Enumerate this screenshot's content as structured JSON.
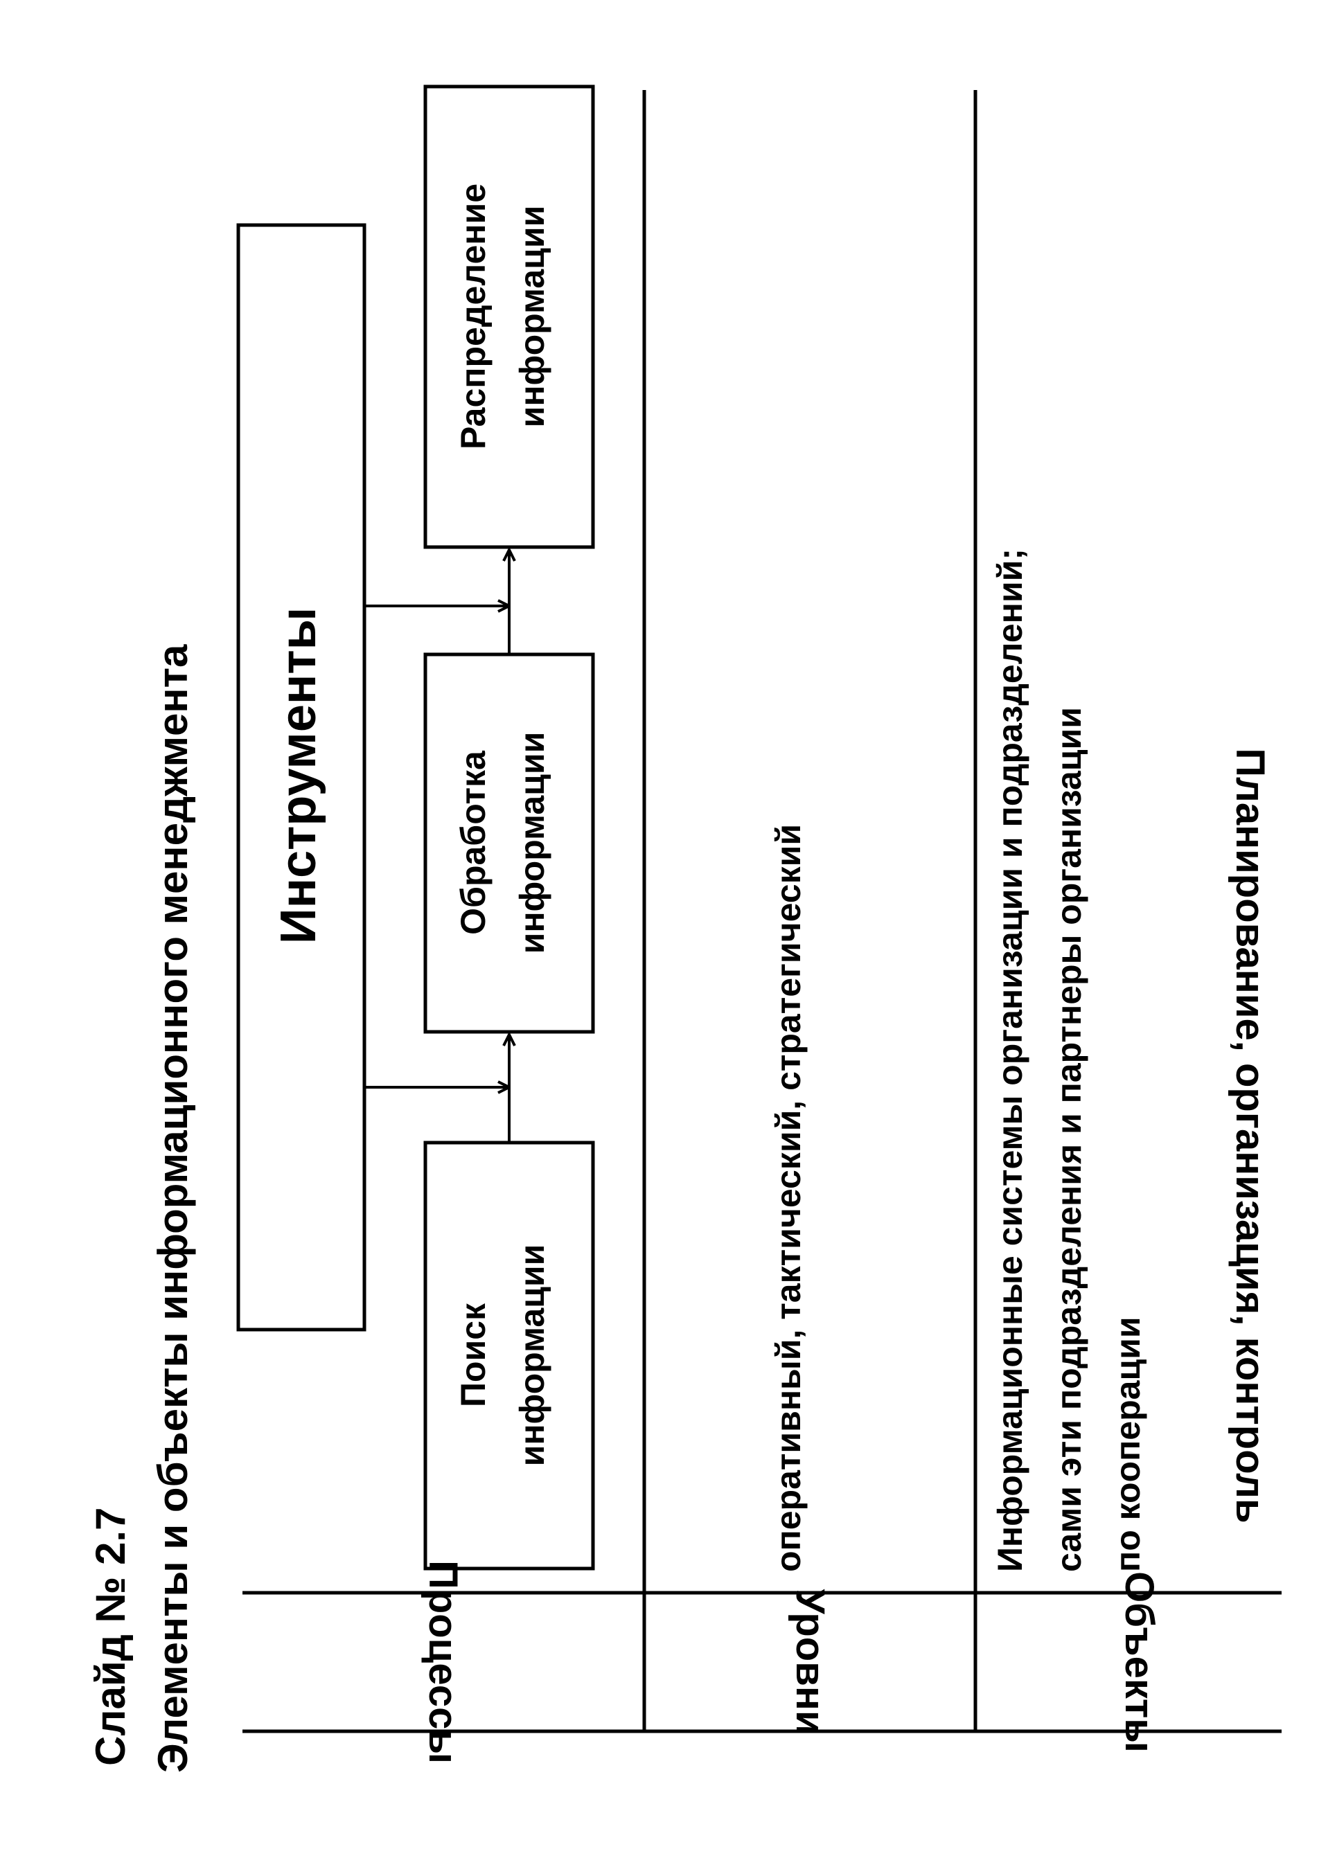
{
  "slide": {
    "number_label": "Слайд № 2.7",
    "title": "Элементы и объекты информационного менеджмента"
  },
  "bottom_caption": "Планирование, организация, контроль",
  "rows": [
    {
      "label": "Процессы",
      "tools_box": "Инструменты",
      "boxes": [
        {
          "line1": "Поиск",
          "line2": "информации"
        },
        {
          "line1": "Обработка",
          "line2": "информации"
        },
        {
          "line1": "Распределение",
          "line2": "информации"
        }
      ]
    },
    {
      "label": "Уровни",
      "text": "оперативный,  тактический,  стратегический"
    },
    {
      "label": "Объекты",
      "lines": [
        "Информационные  системы  организации  и  подразделений;",
        "сами  эти  подразделения  и  партнеры  организации",
        "по  кооперации"
      ]
    }
  ],
  "colors": {
    "ink": "#000000",
    "paper": "#ffffff"
  }
}
